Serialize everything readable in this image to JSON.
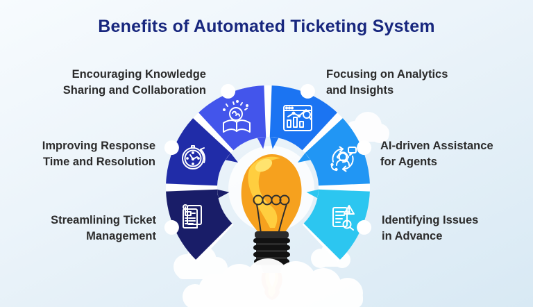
{
  "title": {
    "text": "Benefits of Automated Ticketing System",
    "color": "#18277e"
  },
  "benefits": [
    {
      "id": "knowledge-sharing",
      "text": "Encouraging Knowledge\nSharing and Collaboration",
      "icon": "book-brain-icon",
      "segment_color": "#4355eb",
      "position": "top-left"
    },
    {
      "id": "response-time",
      "text": "Improving Response\nTime and Resolution",
      "icon": "stopwatch-icon",
      "segment_color": "#202ca8",
      "position": "middle-left"
    },
    {
      "id": "ticket-management",
      "text": "Streamlining Ticket\nManagement",
      "icon": "ticket-checklist-icon",
      "segment_color": "#191d68",
      "position": "bottom-left"
    },
    {
      "id": "analytics-insights",
      "text": "Focusing on Analytics\nand Insights",
      "icon": "analytics-dashboard-icon",
      "segment_color": "#1b74f2",
      "position": "top-right"
    },
    {
      "id": "ai-assistance",
      "text": "AI-driven Assistance\nfor Agents",
      "icon": "support-agent-icon",
      "segment_color": "#2196f4",
      "position": "middle-right"
    },
    {
      "id": "issue-detection",
      "text": "Identifying Issues\nin Advance",
      "icon": "document-alert-magnifier-icon",
      "segment_color": "#2cc6f0",
      "position": "bottom-right"
    }
  ],
  "center": {
    "illustration": "lightbulb-rocket",
    "bulb_color": "#f6a11e",
    "bulb_highlight": "#ffce3f",
    "flame_outer": "#f4591d",
    "flame_inner": "#ffc41f"
  },
  "decor": {
    "gap_color": "#ffffff",
    "bullet_color": "#ffffff",
    "cloud_color": "#ffffff"
  }
}
